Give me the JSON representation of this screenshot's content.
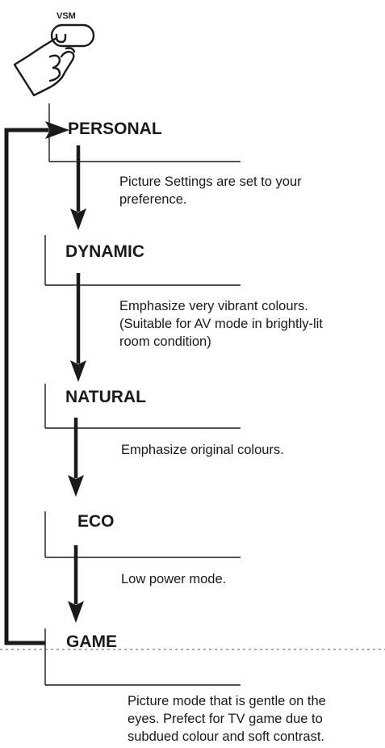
{
  "button": {
    "label": "VSM",
    "icon": "pressing-finger-icon"
  },
  "modes": [
    {
      "name": "PERSONAL",
      "description": [
        "Picture Settings are set to your",
        "preference."
      ]
    },
    {
      "name": "DYNAMIC",
      "description": [
        "Emphasize very vibrant colours.",
        "(Suitable for AV mode in brightly-lit",
        "room condition)"
      ]
    },
    {
      "name": "NATURAL",
      "description": [
        "Emphasize original colours."
      ]
    },
    {
      "name": "ECO",
      "description": [
        "Low power mode."
      ]
    },
    {
      "name": "GAME",
      "description": [
        "Picture mode that is gentle on the",
        "eyes. Prefect for TV game due to",
        "subdued colour and soft contrast."
      ]
    }
  ],
  "colors": {
    "ink": "#1a1a1a",
    "background": "#ffffff"
  }
}
